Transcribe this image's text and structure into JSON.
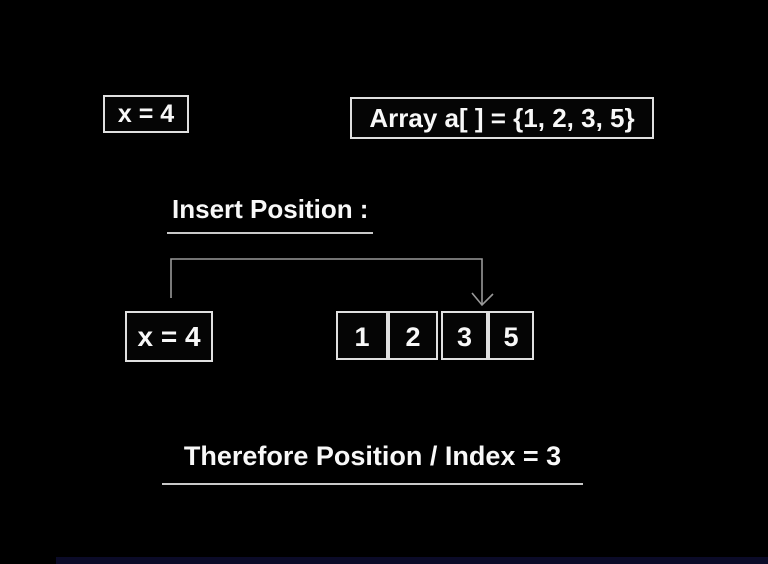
{
  "colors": {
    "background": "#000000",
    "text": "#f8f8f8",
    "box_border": "#e0e0e0",
    "connector": "#999999",
    "underline": "#c8c8c8",
    "bottom_strip": "#0b0b28"
  },
  "given": {
    "x_value_label": "x = 4",
    "array_label": "Array a[ ] = {1, 2, 3, 5}"
  },
  "insert_section": {
    "heading": "Insert Position :",
    "x_box_label": "x = 4",
    "array_cells": [
      "1",
      "2",
      "3",
      "5"
    ]
  },
  "conclusion": {
    "text": "Therefore Position / Index = 3"
  }
}
